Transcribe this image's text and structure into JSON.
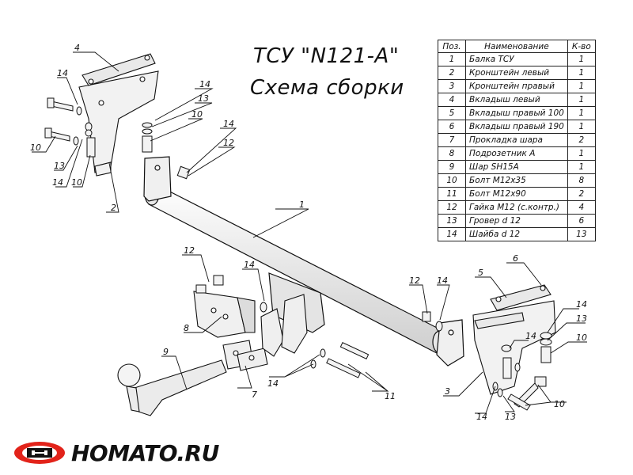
{
  "title": "ТСУ \"N121-A\"",
  "subtitle": "Схема сборки",
  "table": {
    "headers": {
      "pos": "Поз.",
      "name": "Наименование",
      "qty": "К-во"
    },
    "rows": [
      {
        "pos": "1",
        "name": "Балка ТСУ",
        "qty": "1"
      },
      {
        "pos": "2",
        "name": "Кронштейн левый",
        "qty": "1"
      },
      {
        "pos": "3",
        "name": "Кронштейн правый",
        "qty": "1"
      },
      {
        "pos": "4",
        "name": "Вкладыш левый",
        "qty": "1"
      },
      {
        "pos": "5",
        "name": "Вкладыш правый 100",
        "qty": "1"
      },
      {
        "pos": "6",
        "name": "Вкладыш правый 190",
        "qty": "1"
      },
      {
        "pos": "7",
        "name": "Прокладка шара",
        "qty": "2"
      },
      {
        "pos": "8",
        "name": "Подрозетник А",
        "qty": "1"
      },
      {
        "pos": "9",
        "name": "Шар SH15A",
        "qty": "1"
      },
      {
        "pos": "10",
        "name": "Болт М12х35",
        "qty": "8"
      },
      {
        "pos": "11",
        "name": "Болт М12х90",
        "qty": "2"
      },
      {
        "pos": "12",
        "name": "Гайка М12 (с.контр.)",
        "qty": "4"
      },
      {
        "pos": "13",
        "name": "Гровер d 12",
        "qty": "6"
      },
      {
        "pos": "14",
        "name": "Шайба d 12",
        "qty": "13"
      }
    ]
  },
  "callouts": [
    "4",
    "14",
    "10",
    "13",
    "14",
    "10",
    "2",
    "14",
    "13",
    "10",
    "14",
    "12",
    "1",
    "12",
    "8",
    "14",
    "9",
    "7",
    "14",
    "11",
    "12",
    "14",
    "5",
    "6",
    "14",
    "13",
    "10",
    "14",
    "3",
    "14",
    "13",
    "10"
  ],
  "brand": {
    "name": "HOMATO.RU",
    "logo": "homato-logo-icon"
  },
  "colors": {
    "line": "#111111",
    "part_fill": "#ececec",
    "brand_red": "#e2231a"
  }
}
